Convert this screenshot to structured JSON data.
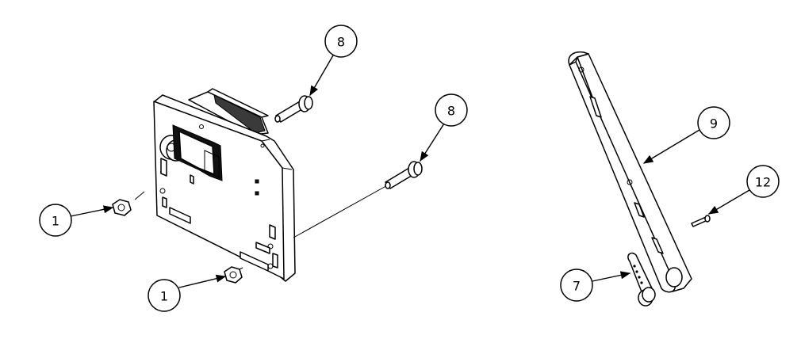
{
  "balloons": {
    "b1a": "1",
    "b1b": "1",
    "b8a": "8",
    "b8b": "8",
    "b9": "9",
    "b12": "12",
    "b7": "7"
  }
}
